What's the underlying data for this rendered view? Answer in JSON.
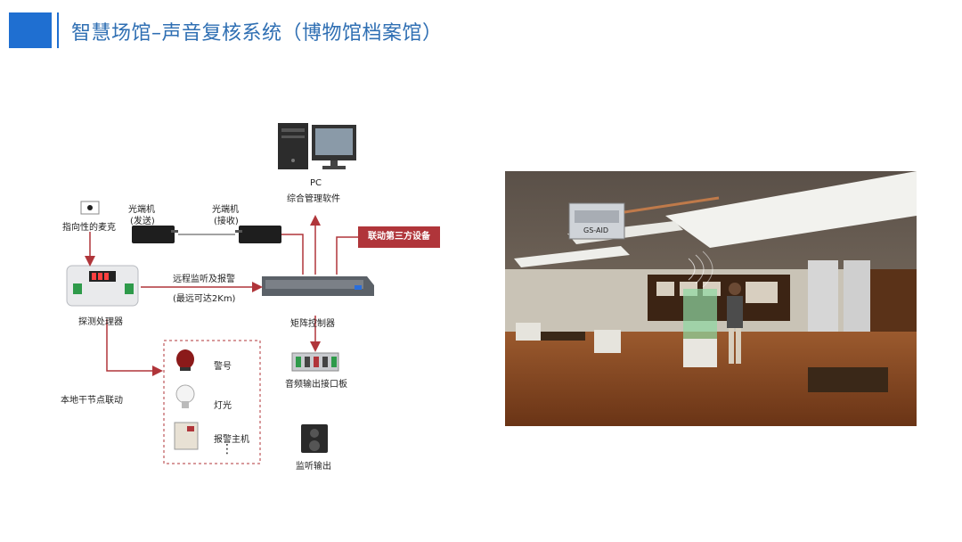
{
  "header": {
    "title": "智慧场馆–声音复核系统（博物馆档案馆）"
  },
  "diagram": {
    "pc_label": "PC",
    "pc_software": "综合管理软件",
    "mic_label": "指向性的麦克",
    "fiber_tx_label": "光端机",
    "fiber_tx_sub": "(发送)",
    "fiber_rx_label": "光端机",
    "fiber_rx_sub": "(接收)",
    "third_party": "联动第三方设备",
    "remote_label": "远程监听及报警",
    "remote_sub": "(最远可达2Km)",
    "detector_label": "探测处理器",
    "matrix_label": "矩阵控制器",
    "audio_board": "音频输出接口板",
    "local_link": "本地干节点联动",
    "siren_label": "警号",
    "light_label": "灯光",
    "alarm_host": "报警主机",
    "ellipsis": "⋮",
    "monitor_out": "监听输出"
  },
  "photo": {
    "device_tag": "GS-AID"
  },
  "colors": {
    "brand_blue": "#1f6fd1",
    "title_blue": "#2f6fb3",
    "arrow_red": "#b0353a",
    "badge_red": "#b0353a"
  }
}
